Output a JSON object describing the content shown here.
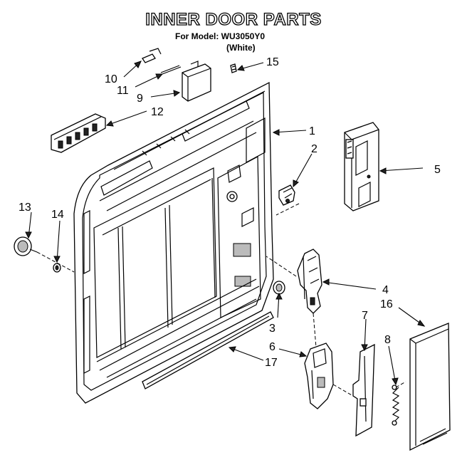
{
  "header": {
    "title": "INNER DOOR PARTS",
    "model_line": "For Model: WU3050Y0",
    "color_line": "(White)"
  },
  "callouts": {
    "c1": "1",
    "c2": "2",
    "c3": "3",
    "c4": "4",
    "c5": "5",
    "c6": "6",
    "c7": "7",
    "c8": "8",
    "c9": "9",
    "c10": "10",
    "c11": "11",
    "c12": "12",
    "c13": "13",
    "c14": "14",
    "c15": "15",
    "c16": "16",
    "c17": "17"
  }
}
